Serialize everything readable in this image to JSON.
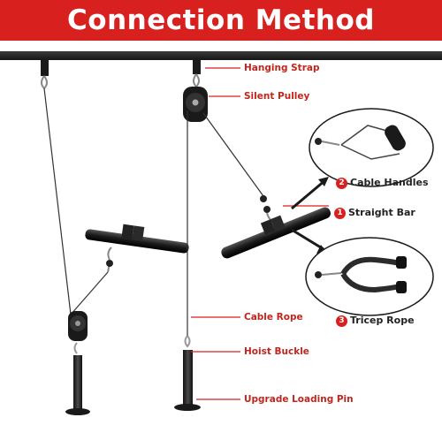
{
  "banner": {
    "title": "Connection Method",
    "color": "#d8201f"
  },
  "labels": {
    "hanging_strap": "Hanging Strap",
    "silent_pulley": "Silent Pulley",
    "cable_rope": "Cable Rope",
    "hoist_buckle": "Hoist Buckle",
    "upgrade_loading_pin": "Upgrade Loading Pin"
  },
  "attachments": [
    {
      "number": "2",
      "label": "Cable Handles"
    },
    {
      "number": "1",
      "label": "Straight Bar"
    },
    {
      "number": "3",
      "label": "Tricep Rope"
    }
  ],
  "colors": {
    "accent": "#d8201f",
    "equipment": "#1c1c1c",
    "cable": "#333333"
  }
}
